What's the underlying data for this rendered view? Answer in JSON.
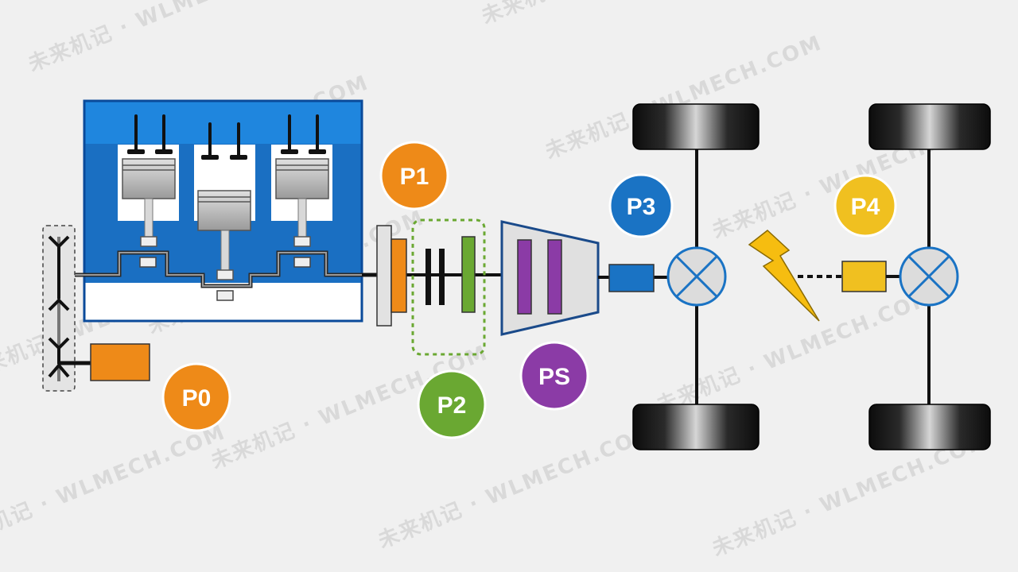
{
  "badges": {
    "p0": {
      "label": "P0",
      "color": "#ee8a18"
    },
    "p1": {
      "label": "P1",
      "color": "#ee8a18"
    },
    "p2": {
      "label": "P2",
      "color": "#6aa832"
    },
    "ps": {
      "label": "PS",
      "color": "#8b3ba6"
    },
    "p3": {
      "label": "P3",
      "color": "#1a73c4"
    },
    "p4": {
      "label": "P4",
      "color": "#f0c020"
    }
  },
  "watermark": {
    "text": "未来机记 · WLMECH.COM"
  },
  "colors": {
    "engine_blue": "#1a73c4",
    "engine_dark_blue": "#0a4a9a",
    "motor_orange": "#ee8a18",
    "clutch_green": "#6aa832",
    "gearbox_purple": "#8b3ba6",
    "p4_motor_yellow": "#f0c020",
    "bolt_yellow": "#f6bd10",
    "shaft_black": "#1a1a1a"
  }
}
